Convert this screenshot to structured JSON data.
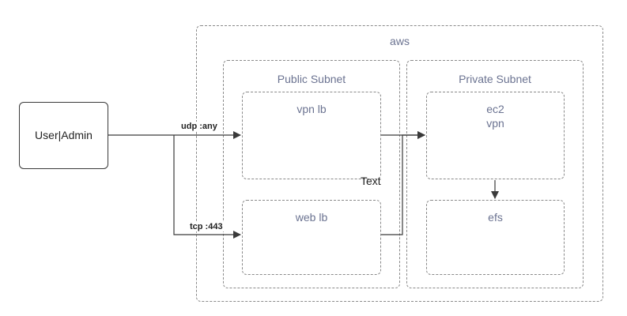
{
  "diagram": {
    "aws": {
      "label": "aws"
    },
    "public_subnet": {
      "label": "Public Subnet"
    },
    "private_subnet": {
      "label": "Private Subnet"
    },
    "user": {
      "label": "User|Admin"
    },
    "vpn_lb": {
      "label": "vpn lb"
    },
    "web_lb": {
      "label": "web lb"
    },
    "ec2": {
      "label_line1": "ec2",
      "label_line2": "vpn"
    },
    "efs": {
      "label": "efs"
    },
    "floating_text": "Text",
    "edges": {
      "udp": "udp :any",
      "tcp": "tcp :443"
    },
    "colors": {
      "line": "#3a3a3a",
      "container_border": "#8a8a8a",
      "label_text": "#6b7391"
    }
  }
}
